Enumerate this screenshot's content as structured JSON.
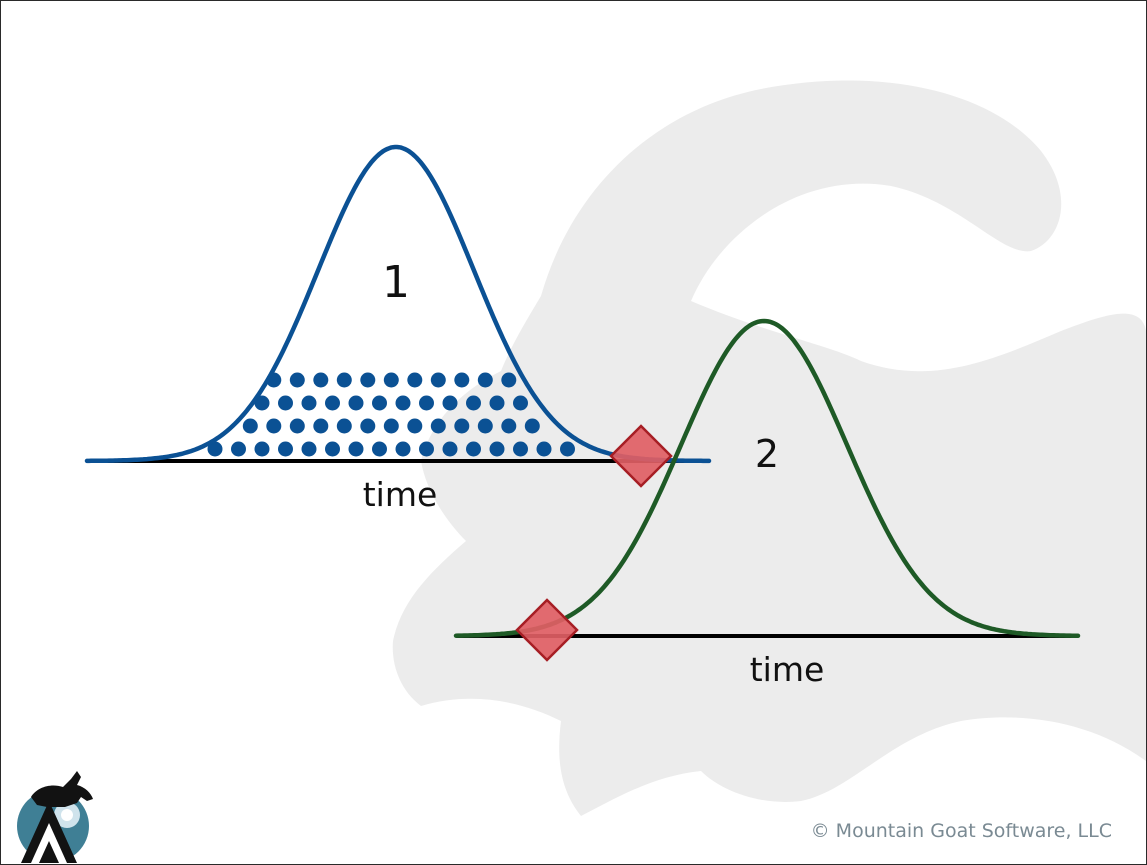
{
  "diagram": {
    "curve_1": {
      "label": "1",
      "axis_label": "time",
      "color": "#0b5194",
      "dot_color": "#0b5194"
    },
    "curve_2": {
      "label": "2",
      "axis_label": "time",
      "color": "#1e5a26"
    },
    "marker": {
      "shape": "diamond",
      "fill": "#df5e64",
      "stroke": "#a61e24"
    },
    "axis_color": "#000000",
    "background_watermark": "goat-silhouette",
    "watermark_color": "#ececec"
  },
  "footer": {
    "copyright": "© Mountain Goat Software, LLC",
    "logo": "mountain-goat-logo",
    "copyright_color": "#7a8a93"
  }
}
